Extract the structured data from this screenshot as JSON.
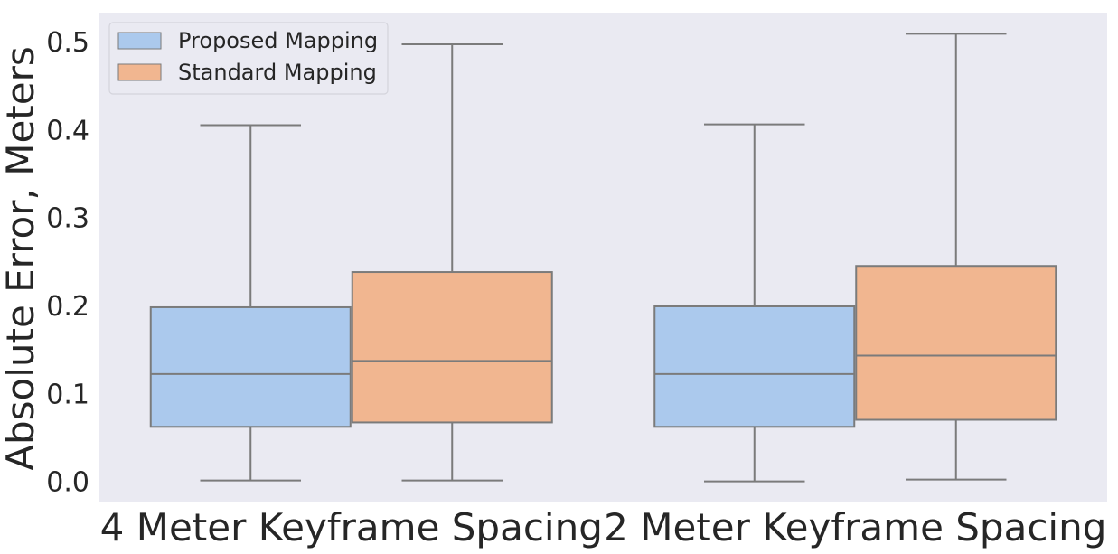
{
  "chart_data": {
    "type": "box",
    "categories": [
      "4 Meter Keyframe Spacing",
      "2 Meter Keyframe Spacing"
    ],
    "ylabel": "Absolute Error, Meters",
    "xlabel": "",
    "ylim": [
      -0.022,
      0.534
    ],
    "yticks": [
      0.0,
      0.1,
      0.2,
      0.3,
      0.4,
      0.5
    ],
    "ytick_labels": [
      "0.0",
      "0.1",
      "0.2",
      "0.3",
      "0.4",
      "0.5"
    ],
    "grid": false,
    "background": "#eaeaf2",
    "legend_position": "top-left",
    "series": [
      {
        "name": "Proposed Mapping",
        "color": "#abc9ed",
        "boxes": [
          {
            "whisker_low": 0.002,
            "q1": 0.063,
            "median": 0.123,
            "q3": 0.199,
            "whisker_high": 0.406
          },
          {
            "whisker_low": 0.001,
            "q1": 0.063,
            "median": 0.123,
            "q3": 0.2,
            "whisker_high": 0.407
          }
        ]
      },
      {
        "name": "Standard Mapping",
        "color": "#f1b690",
        "boxes": [
          {
            "whisker_low": 0.002,
            "q1": 0.068,
            "median": 0.138,
            "q3": 0.239,
            "whisker_high": 0.498
          },
          {
            "whisker_low": 0.003,
            "q1": 0.071,
            "median": 0.144,
            "q3": 0.246,
            "whisker_high": 0.51
          }
        ]
      }
    ]
  }
}
